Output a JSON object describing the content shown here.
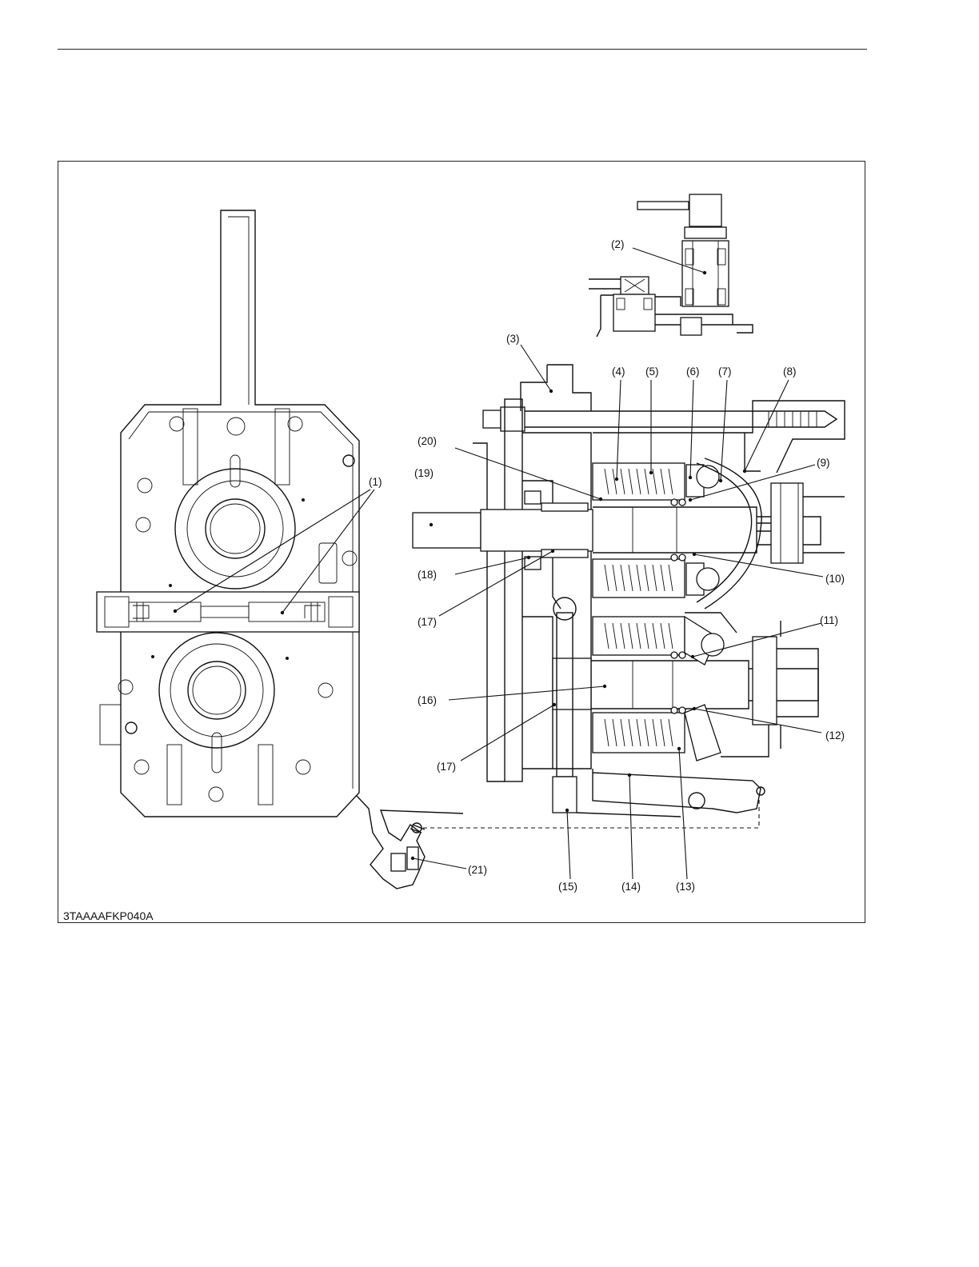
{
  "figure": {
    "code": "3TAAAAFKP040A",
    "callouts": {
      "c1": "(1)",
      "c2": "(2)",
      "c3": "(3)",
      "c4": "(4)",
      "c5": "(5)",
      "c6": "(6)",
      "c7": "(7)",
      "c8": "(8)",
      "c9": "(9)",
      "c10": "(10)",
      "c11": "(11)",
      "c12": "(12)",
      "c13": "(13)",
      "c14": "(14)",
      "c15": "(15)",
      "c16": "(16)",
      "c17a": "(17)",
      "c17b": "(17)",
      "c18": "(18)",
      "c19": "(19)",
      "c20": "(20)",
      "c21": "(21)"
    }
  }
}
